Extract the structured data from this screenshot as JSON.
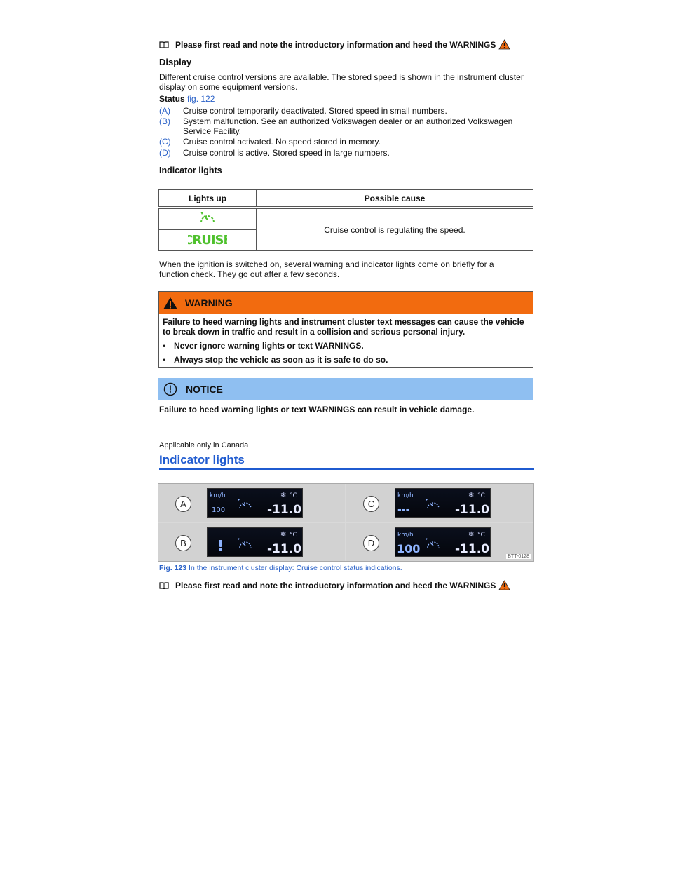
{
  "top_note": {
    "text": "Please first read and note the introductory information and heed the WARNINGS"
  },
  "display_section": {
    "heading": "Display",
    "intro": "Different cruise control versions are available. The stored speed is shown in the instrument cluster display on some equipment versions.",
    "status_label": "Status",
    "status_ref": "fig. 122",
    "items": [
      {
        "key": "(A)",
        "text": "Cruise control temporarily deactivated. Stored speed in small numbers."
      },
      {
        "key": "(B)",
        "text": "System malfunction. See an authorized Volkswagen dealer or an authorized Volkswagen Service Facility."
      },
      {
        "key": "(C)",
        "text": "Cruise control activated. No speed stored in memory."
      },
      {
        "key": "(D)",
        "text": "Cruise control is active. Stored speed in large numbers."
      }
    ]
  },
  "indicator_section": {
    "heading": "Indicator lights",
    "table": {
      "headers": [
        "Lights up",
        "Possible cause"
      ],
      "rows": [
        {
          "icon": "cruise-speedometer-icon",
          "cause": "Cruise control is regulating the speed."
        },
        {
          "icon": "cruise-text-icon",
          "icon_text": "CRUISE"
        }
      ],
      "icon_color": "#4fc12d"
    },
    "ignition_note": "When the ignition is switched on, several warning and indicator lights come on briefly for a function check. They go out after a few seconds."
  },
  "warning": {
    "title": "WARNING",
    "color": "#f26b0f",
    "body": "Failure to heed warning lights and instrument cluster text messages can cause the vehicle to break down in traffic and result in a collision and serious personal injury.",
    "bullets": [
      "Never ignore warning lights or text WARNINGS.",
      "Always stop the vehicle as soon as it is safe to do so."
    ]
  },
  "notice": {
    "title": "NOTICE",
    "color": "#8fbff1",
    "text": "Failure to heed warning lights or text WARNINGS can result in vehicle damage."
  },
  "canada_section": {
    "applicability": "Applicable only in Canada",
    "heading": "Indicator lights",
    "figure": {
      "panels": [
        {
          "letter": "A",
          "unit": "km/h",
          "speed": "100",
          "temp": "-11.0",
          "temp_unit": "°C",
          "snow_icon": "snowflake-icon"
        },
        {
          "letter": "C",
          "unit": "km/h",
          "speed": "---",
          "temp": "-11.0",
          "temp_unit": "°C",
          "snow_icon": "snowflake-icon"
        },
        {
          "letter": "B",
          "unit": "",
          "speed": "!",
          "temp": "-11.0",
          "temp_unit": "°C",
          "snow_icon": "snowflake-icon"
        },
        {
          "letter": "D",
          "unit": "km/h",
          "speed": "100",
          "temp": "-11.0",
          "temp_unit": "°C",
          "snow_icon": "snowflake-icon"
        }
      ],
      "code": "BTT-0128"
    },
    "caption_label": "Fig. 123",
    "caption_text": "In the instrument cluster display: Cruise control status indications."
  },
  "bottom_note": {
    "text": "Please first read and note the introductory information and heed the WARNINGS"
  }
}
